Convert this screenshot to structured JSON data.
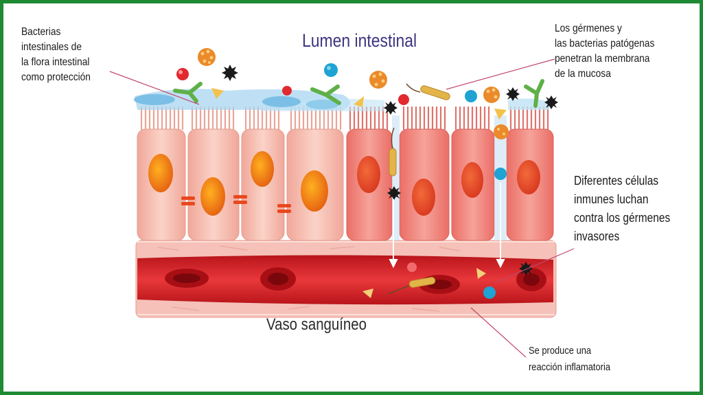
{
  "labels": {
    "lumen": "Lumen intestinal",
    "vessel": "Vaso sanguíneo"
  },
  "notes": {
    "flora": [
      "Bacterias",
      "intestinales de",
      "la flora intestinal",
      "como protección"
    ],
    "germs": [
      "Los gérmenes y",
      "las bacterias patógenas",
      "penetran la membrana",
      "de la mucosa"
    ],
    "immune": [
      "Diferentes células",
      "inmunes luchan",
      "contra los gérmenes",
      "invasores"
    ],
    "inflammation": [
      "Se produce una",
      "reacción inflamatoria"
    ]
  },
  "colors": {
    "frame": "#1e8a34",
    "cell_healthy": "#f6c2b6",
    "cell_inflamed": "#f08a80",
    "nucleus": "#f07a1a",
    "vessel_wall": "#f3b5ac",
    "blood": "#d81f26",
    "mucus": "#a9d6f0"
  }
}
